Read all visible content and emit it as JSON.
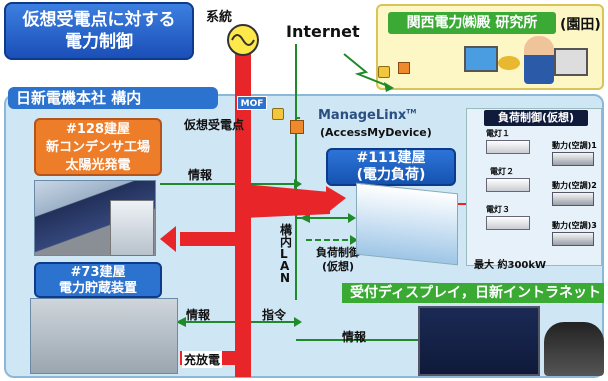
{
  "title": {
    "line1": "仮想受電点に対する",
    "line2": "電力制御"
  },
  "grid_label": "系統",
  "internet_label": "Internet",
  "lab": {
    "name": "関西電力㈱殿 研究所",
    "place": "(園田)"
  },
  "campus_label": "日新電機本社 構内",
  "mof_label": "MOF",
  "virtual_point_label": "仮想受電点",
  "managelinx": {
    "brand": "ManageLinx",
    "tm": "TM",
    "sub": "(AccessMyDevice)"
  },
  "b128": {
    "line1": "#128建屋",
    "line2": "新コンデンサ工場",
    "line3": "太陽光発電"
  },
  "b73": {
    "line1": "#73建屋",
    "line2": "電力貯蔵装置"
  },
  "b111": {
    "line1": "#111建屋",
    "line2": "(電力負荷)"
  },
  "info_label": "情報",
  "command_label": "指令",
  "charge_label": "充放電",
  "lan_label": "構内LAN",
  "load_ctrl": {
    "line1": "負荷制御",
    "line2": "(仮想)"
  },
  "load_panel_title": "負荷制御(仮想)",
  "lamps": [
    "電灯１",
    "電灯２",
    "電灯３"
  ],
  "acs": [
    "動力(空調)1",
    "動力(空調)2",
    "動力(空調)3"
  ],
  "max_label": "最大 約300kW",
  "recv_label": "受付ディスプレイ，日新イントラネット",
  "colors": {
    "red": "#e8262a",
    "green": "#1f8a2a",
    "blue": "#2b73cf",
    "orange": "#ee7d2a"
  }
}
